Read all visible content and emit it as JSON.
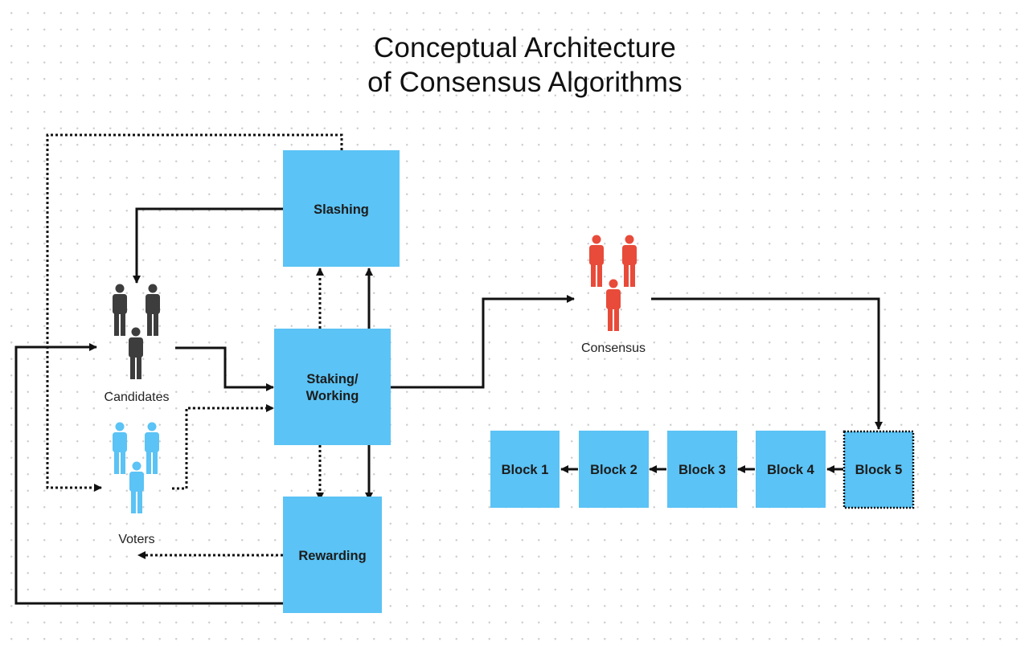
{
  "title": {
    "line1": "Conceptual Architecture",
    "line2": "of Consensus Algorithms"
  },
  "nodes": {
    "slashing": "Slashing",
    "staking_line1": "Staking/",
    "staking_line2": "Working",
    "rewarding": "Rewarding"
  },
  "groups": {
    "candidates": "Candidates",
    "voters": "Voters",
    "consensus": "Consensus"
  },
  "blocks": [
    "Block 1",
    "Block 2",
    "Block 3",
    "Block 4",
    "Block 5"
  ],
  "colors": {
    "box": "#5bc3f5",
    "candidates": "#3d3d3d",
    "voters": "#5bc3f5",
    "consensus": "#e84b3a",
    "connector": "#111111"
  },
  "icons": {
    "candidates": "people-group-icon",
    "voters": "people-group-icon",
    "consensus": "people-group-icon"
  }
}
